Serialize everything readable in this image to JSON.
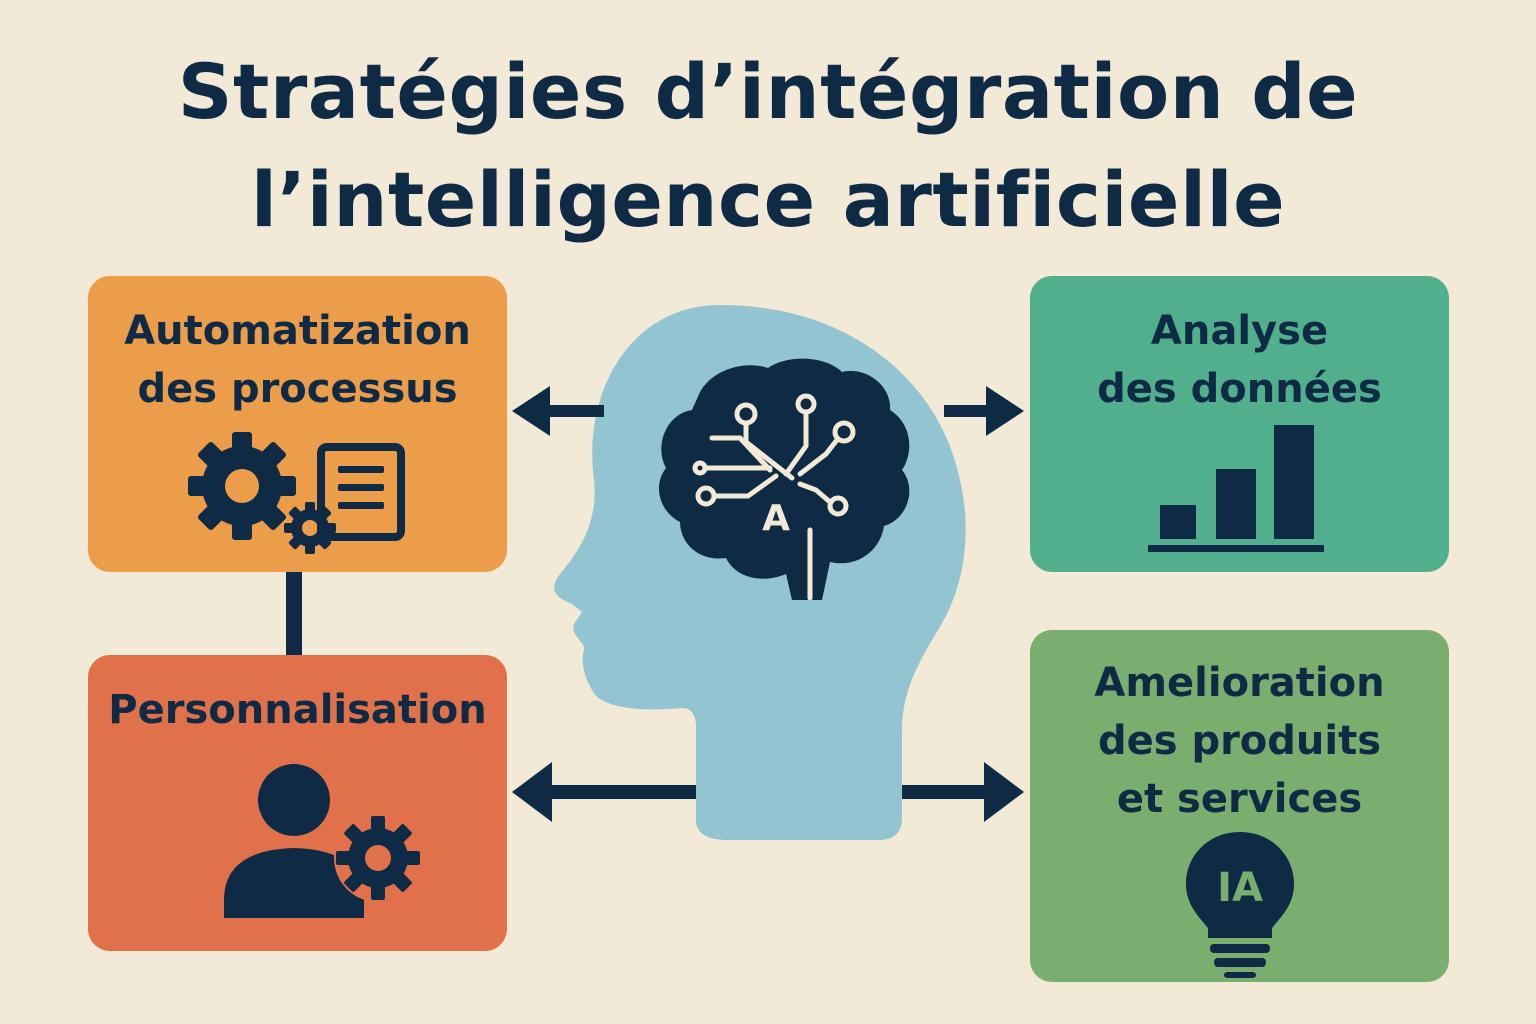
{
  "title": {
    "line1": "Stratégies d’intégration de",
    "line2": "l’intelligence artificielle"
  },
  "center": {
    "icon": "brain-circuit-head-icon",
    "brain_letter": "A"
  },
  "cards": {
    "automation": {
      "line1": "Automatization",
      "line2": "des processus",
      "icons": [
        "gears-icon",
        "document-icon"
      ],
      "color": "#ec9d4a"
    },
    "personalization": {
      "line1": "Personnalisation",
      "icons": [
        "user-gear-icon"
      ],
      "color": "#e1714a"
    },
    "analysis": {
      "line1": "Analyse",
      "line2": "des données",
      "icons": [
        "bar-chart-icon"
      ],
      "color": "#52af8d"
    },
    "improvement": {
      "line1": "Amelioration",
      "line2": "des produits",
      "line3": "et services",
      "bulb_text": "IA",
      "icons": [
        "lightbulb-icon"
      ],
      "color": "#7aae6f"
    }
  },
  "colors": {
    "background": "#f2e9d6",
    "ink": "#0f2a45",
    "head": "#93c4d1"
  }
}
